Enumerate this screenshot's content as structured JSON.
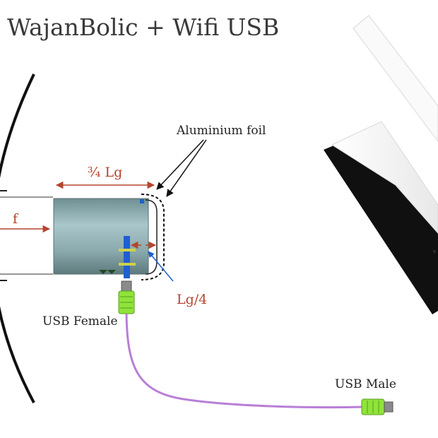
{
  "title": "WajanBolic + Wifi USB",
  "labels": {
    "aluminium_foil": "Aluminium foil",
    "three_quarter_lg": "¾ Lg",
    "focal": "f",
    "quarter_lg": "Lg/4",
    "usb_female": "USB Female",
    "usb_male": "USB Male"
  },
  "colors": {
    "dimension_red": "#b5452e",
    "probe_blue": "#1f5fd0",
    "connector_green": "#8fe33a",
    "cable_purple": "#b87fd6",
    "can_teal": "#8fb3b6",
    "dish_black": "#111111",
    "adapter_black": "#101010"
  },
  "icons": {
    "usb_female_connector": "usb-female-icon",
    "usb_male_connector": "usb-male-icon",
    "wifi_adapter": "wifi-usb-adapter-icon"
  }
}
